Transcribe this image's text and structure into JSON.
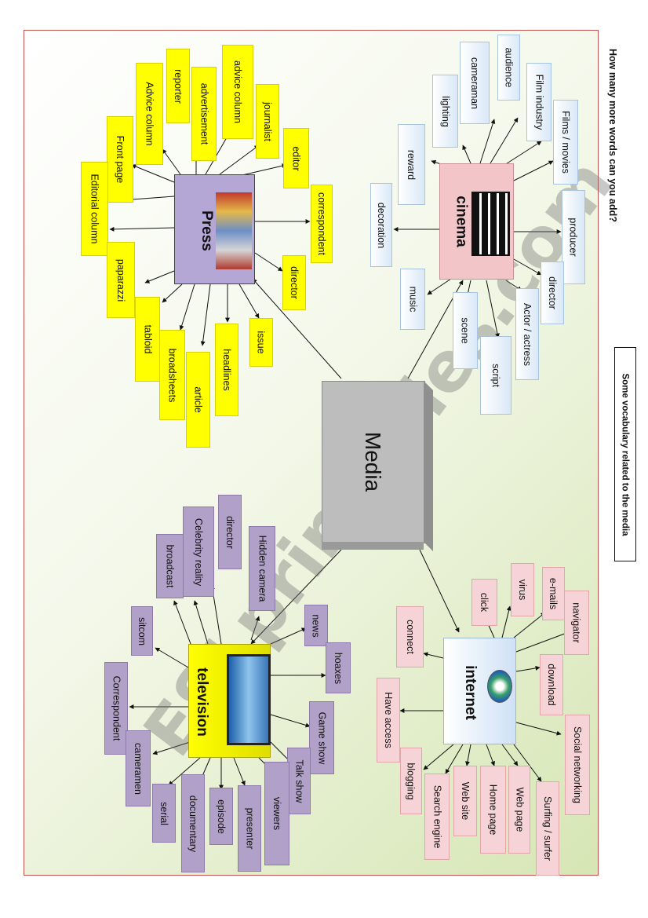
{
  "side_question": "How many more words can you add?",
  "side_subtitle": "Some vocabulary related to the media",
  "center": "Media",
  "watermark": "ESLprintables.com",
  "press": {
    "title": "Press",
    "words": [
      "advice column",
      "journalist",
      "reporter",
      "advertisement",
      "Advice column",
      "editor",
      "Front page",
      "Editorial column",
      "correspondent",
      "director",
      "paparazzi",
      "tabloid",
      "broadsheets",
      "article",
      "headlines",
      "issue"
    ]
  },
  "cinema": {
    "title": "cinema",
    "words": [
      "audience",
      "cameraman",
      "Film industry",
      "lighting",
      "Films / movies",
      "reward",
      "decoration",
      "producer",
      "music",
      "director",
      "scene",
      "Actor / actress",
      "script"
    ]
  },
  "television": {
    "title": "television",
    "words": [
      "director",
      "Celebrity reality",
      "broadcast",
      "Hidden camera",
      "news",
      "sitcom",
      "hoaxes",
      "Correspondent",
      "Game show",
      "cameramen",
      "Talk show",
      "serial",
      "documentary",
      "episode",
      "presenter",
      "viewers"
    ]
  },
  "internet": {
    "title": "internet",
    "words": [
      "virus",
      "click",
      "e-mails",
      "navigator",
      "connect",
      "download",
      "Have access",
      "Social networking",
      "blogging",
      "Search engine",
      "Web site",
      "Home page",
      "Web page",
      "Surfing / surfer"
    ]
  },
  "colors": {
    "press_boxes": "#ffff00",
    "cinema_boxes": "#dbe8f6",
    "tv_boxes": "#b1a0c7",
    "internet_boxes": "#f6d3d6",
    "press_hub": "#b4a7d6",
    "cinema_hub": "#f2c6c9"
  }
}
